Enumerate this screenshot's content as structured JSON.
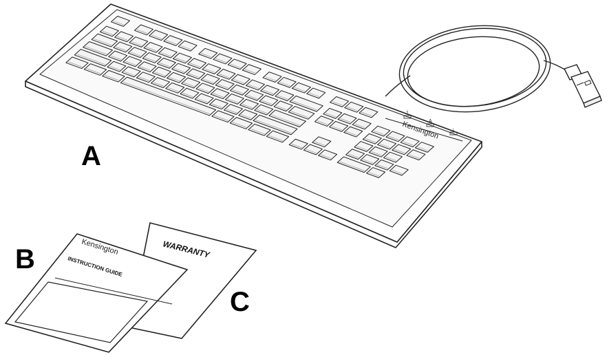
{
  "labels": {
    "keyboard": "A",
    "guide": "B",
    "warranty": "C"
  },
  "keyboard": {
    "brand": "Kensington",
    "indicators": [
      "1",
      "A",
      "↓"
    ]
  },
  "guide": {
    "brand": "Kensington",
    "title": "INSTRUCTION GUIDE"
  },
  "warranty": {
    "title": "WARRANTY"
  },
  "colors": {
    "line": "#222222",
    "key_fill": "#f4f4f4",
    "body_fill": "#ffffff"
  }
}
